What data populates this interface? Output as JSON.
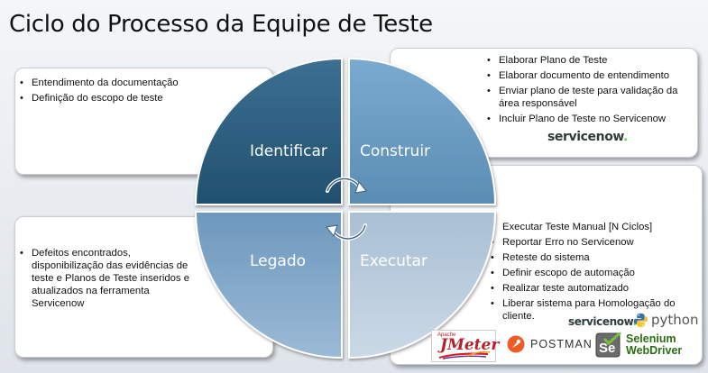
{
  "title": "Ciclo do Processo da Equipe de Teste",
  "quadrants": {
    "top_left": "Identificar",
    "top_right": "Construir",
    "bottom_left": "Legado",
    "bottom_right": "Executar"
  },
  "boxes": {
    "identificar": [
      "Entendimento da documentação",
      "Definição do escopo de teste"
    ],
    "construir": [
      "Elaborar Plano de Teste",
      "Elaborar documento de entendimento",
      "Enviar plano de teste para validação da área responsável",
      "Incluir Plano de Teste no Servicenow"
    ],
    "legado": [
      "Defeitos encontrados, disponibilização das evidências de teste e  Planos de Teste inseridos e atualizados na ferramenta Servicenow"
    ],
    "executar": [
      "Executar Teste Manual [N Ciclos]",
      "Reportar Erro  no Servicenow",
      "Reteste do sistema",
      "Definir escopo de automação",
      "Realizar teste automatizado",
      "Liberar sistema para Homologação do cliente."
    ]
  },
  "logos": {
    "servicenow_main": "servicenow",
    "servicenow_dot": ".",
    "python": "python",
    "jmeter_apache": "Apache",
    "jmeter": "JMeter",
    "postman": "POSTMAN",
    "selenium_line1": "Selenium",
    "selenium_line2": "WebDriver"
  },
  "colors": {
    "identificar": "#2d5f80",
    "construir": "#6c9ec1",
    "legado": "#7ea5c6",
    "executar": "#b8cbdc"
  }
}
